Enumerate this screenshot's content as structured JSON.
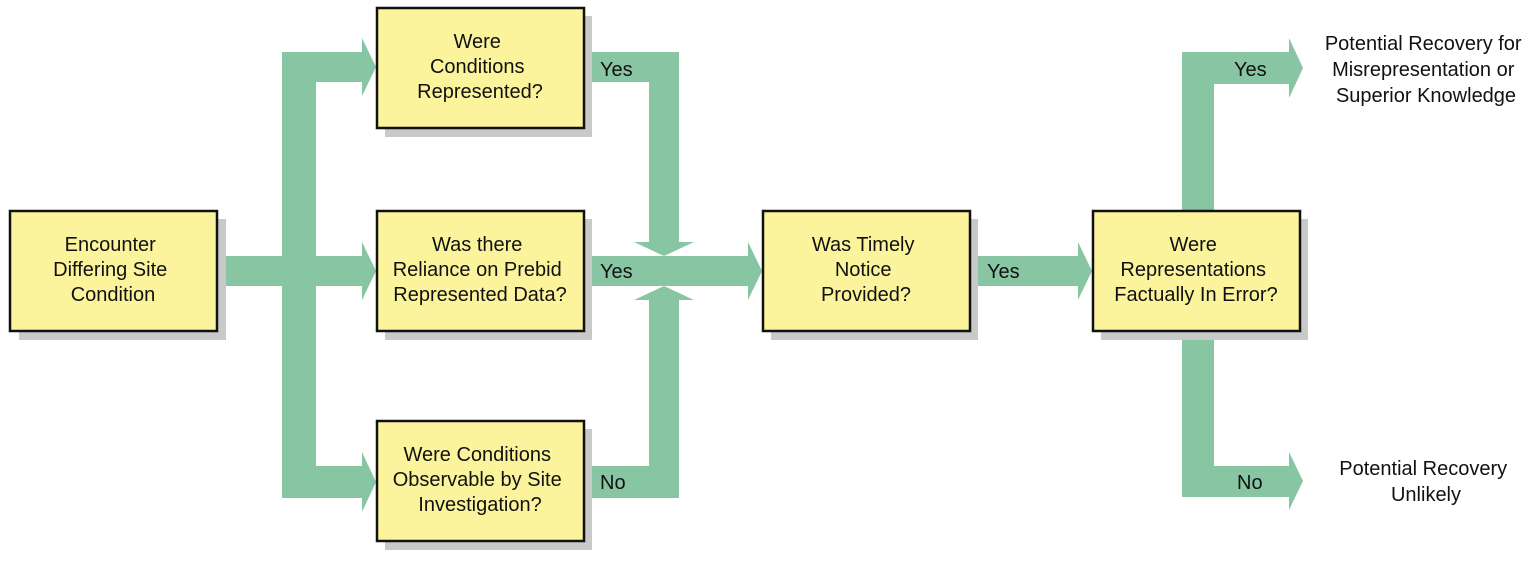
{
  "colors": {
    "box_fill": "#fbf49c",
    "box_border": "#111111",
    "shadow": "#c9c9c9",
    "arrow": "#87c5a3",
    "background": "#ffffff"
  },
  "boxes": {
    "start": [
      "Encounter",
      "Differing Site",
      "Condition"
    ],
    "represented": [
      "Were",
      "Conditions",
      "Represented?"
    ],
    "reliance": [
      "Was there",
      "Reliance on Prebid",
      "Represented Data?"
    ],
    "observable": [
      "Were Conditions",
      "Observable by Site",
      "Investigation?"
    ],
    "notice": [
      "Was Timely",
      "Notice",
      "Provided?"
    ],
    "error": [
      "Were",
      "Representations",
      "Factually In Error?"
    ]
  },
  "labels": {
    "represented_yes": "Yes",
    "reliance_yes": "Yes",
    "observable_no": "No",
    "notice_yes": "Yes",
    "error_yes": "Yes",
    "error_no": "No"
  },
  "outcomes": {
    "recovery": [
      "Potential Recovery for",
      "Misrepresentation or",
      "Superior Knowledge"
    ],
    "unlikely": [
      "Potential Recovery",
      "Unlikely"
    ]
  }
}
